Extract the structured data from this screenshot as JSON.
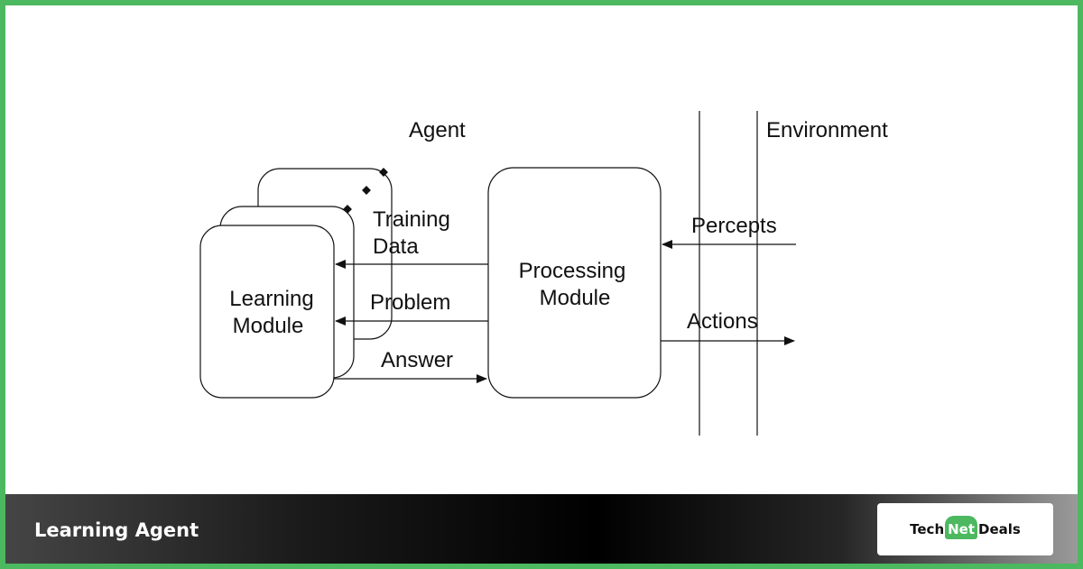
{
  "diagram": {
    "agent_label": "Agent",
    "environment_label": "Environment",
    "learning_module_line1": "Learning",
    "learning_module_line2": "Module",
    "processing_module_line1": "Processing",
    "processing_module_line2": "Module",
    "training_data_line1": "Training",
    "training_data_line2": "Data",
    "problem_label": "Problem",
    "answer_label": "Answer",
    "percepts_label": "Percepts",
    "actions_label": "Actions"
  },
  "footer": {
    "title": "Learning Agent",
    "logo_left": "Tech",
    "logo_mid": "Net",
    "logo_right": "Deals"
  },
  "colors": {
    "frame_border": "#4cb860",
    "logo_accent": "#4cb860"
  }
}
